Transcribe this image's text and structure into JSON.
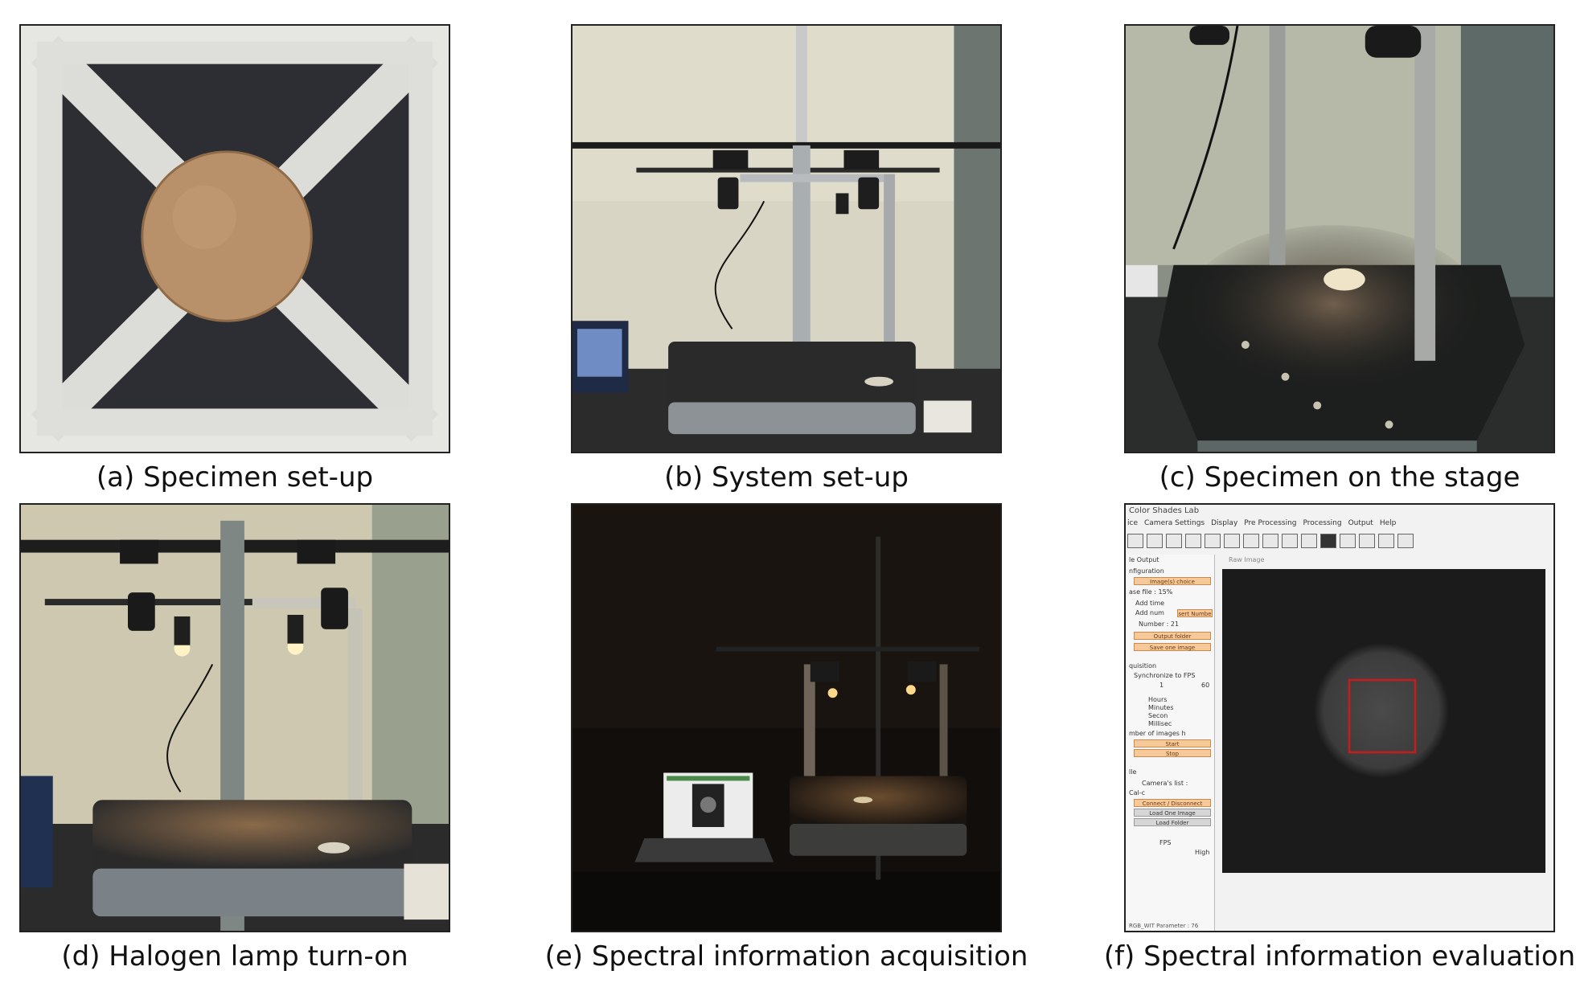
{
  "captions": {
    "a": "(a) Specimen set-up",
    "b": "(b) System set-up",
    "c": "(c) Specimen on the stage",
    "d": "(d) Halogen lamp turn-on",
    "e": "(e) Spectral information acquisition",
    "f": "(f) Spectral information evaluation"
  },
  "software": {
    "title": "Color Shades Lab",
    "menu": [
      "ice",
      "Camera Settings",
      "Display",
      "Pre Processing",
      "Processing",
      "Output",
      "Help"
    ],
    "panel_header": "le Output",
    "raw_label": "Raw Image",
    "sidebar": {
      "configuration": "nfiguration",
      "image_choice": "Image(s) choice",
      "base_file": "ase file : 15%",
      "add_time": "Add time",
      "add_num": "Add num",
      "insert_number": "sert Numbe",
      "number": "Number : 21",
      "output_folder": "Output folder",
      "save_one_image": "Save one image",
      "acquisition": "quisition",
      "sync_fps": "Synchronize to FPS",
      "fps_min": "1",
      "fps_max": "60",
      "hours": "Hours",
      "minutes": "Minutes",
      "seconds": "Secon",
      "millisec": "Millisec",
      "number_of_images": "mber of images h",
      "start": "Start",
      "stop": "Stop",
      "lle_header": "lle",
      "cameras_list": "Camera's list :",
      "camera_sel": "Cal-c",
      "connect": "Connect / Disconnect",
      "load_one": "Load One Image",
      "load_folder": "Load Folder",
      "fps": "FPS",
      "high": "High",
      "status": "RGB_WIT Parameter : 76"
    }
  },
  "colors": {
    "roi": "#c81c1c",
    "button_accent": "#f5c99a"
  }
}
